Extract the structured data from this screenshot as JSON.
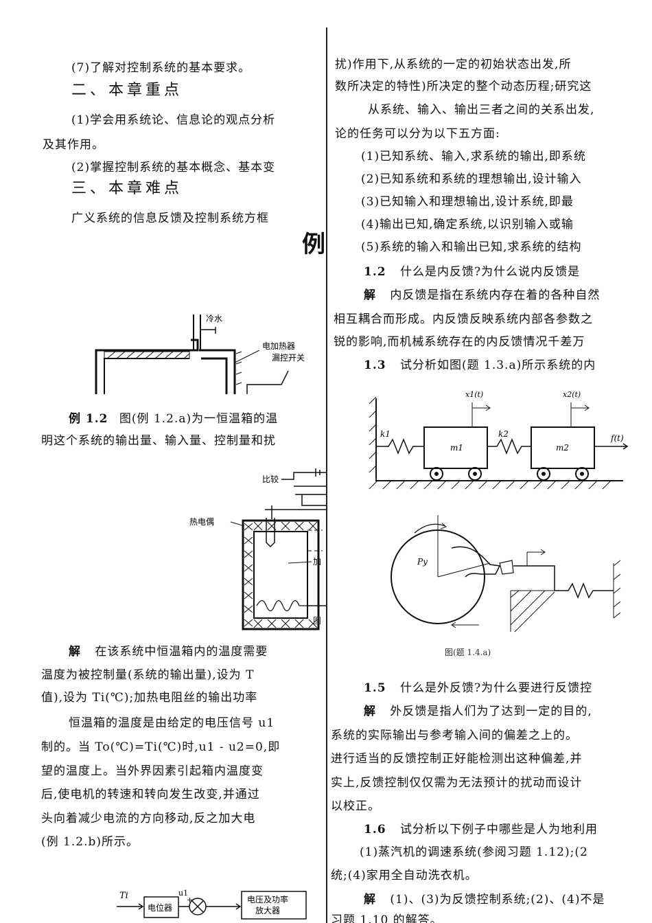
{
  "left": {
    "l1": "(7)了解对控制系统的基本要求。",
    "h2": "二、本章重点",
    "l2": "(1)学会用系统论、信息论的观点分析",
    "l3": "及其作用。",
    "l4": "(2)掌握控制系统的基本概念、基本变",
    "h3": "三、本章难点",
    "l5": "广义系统的信息反馈及控制系统方框",
    "example_heading": "例",
    "fig1_label_water": "冷水",
    "fig1_label_heater": "电加热器",
    "fig1_label_switch": "漏控开关",
    "ex12_num": "例 1.2",
    "ex12_text": "图(例 1.2.a)为一恒温箱的温",
    "ex12_text2": "明这个系统的输出量、输入量、控制量和扰",
    "fig2_label_compare": "比较",
    "fig2_label_thermo": "热电偶",
    "fig2_label_heat": "加",
    "fig2_caption_fragment": "图",
    "sol_label": "解",
    "sol_l1": "在该系统中恒温箱内的温度需要",
    "sol_l2": "温度为被控制量(系统的输出量),设为 T",
    "sol_l3": "值),设为 Ti(℃);加热电阻丝的输出功率",
    "sol_l4": "恒温箱的温度是由给定的电压信号 u1",
    "sol_l5": "制的。当 To(℃)=Ti(℃)时,u1 - u2=0,即",
    "sol_l6": "望的温度上。当外界因素引起箱内温度变",
    "sol_l7": "后,使电机的转速和转向发生改变,并通过",
    "sol_l8": "头向着减少电流的方向移动,反之加大电",
    "sol_l9": "(例 1.2.b)所示。",
    "block_ti": "Ti",
    "block_pot": "电位器",
    "block_u1": "u1",
    "block_amp_l1": "电压及功率",
    "block_amp_l2": "放大器"
  },
  "right": {
    "r1": "扰)作用下,从系统的一定的初始状态出发,所",
    "r2": "数所决定的特性)所决定的整个动态历程;研究这",
    "r3": "从系统、输入、输出三者之间的关系出发,",
    "r4": "论的任务可以分为以下五方面:",
    "r5": "(1)已知系统、输入,求系统的输出,即系统",
    "r6": "(2)已知系统和系统的理想输出,设计输入",
    "r7": "(3)已知输入和理想输出,设计系统,即最",
    "r8": "(4)输出已知,确定系统,以识别输入或输",
    "r9": "(5)系统的输入和输出已知,求系统的结构",
    "q12_num": "1.2",
    "q12_text": "什么是内反馈?为什么说内反馈是",
    "a12_label": "解",
    "a12_l1": "内反馈是指在系统内存在着的各种自然",
    "a12_l2": "相互耦合而形成。内反馈反映系统内部各参数之",
    "a12_l3": "锐的影响,而机械系统存在的内反馈情况千差万",
    "q13_num": "1.3",
    "q13_text": "试分析如图(题 1.3.a)所示系统的内",
    "fig3_x1": "x1(t)",
    "fig3_x2": "x2(t)",
    "fig3_k1": "k1",
    "fig3_k2": "k2",
    "fig3_m1": "m1",
    "fig3_m2": "m2",
    "fig3_f": "f(t)",
    "fig4_py": "Py",
    "fig4_caption": "图(题 1.4.a)",
    "q15_num": "1.5",
    "q15_text": "什么是外反馈?为什么要进行反馈控",
    "a15_label": "解",
    "a15_l1": "外反馈是指人们为了达到一定的目的,",
    "a15_l2": "系统的实际输出与参考输入间的偏差之上的。",
    "a15_l3": "进行适当的反馈控制正好能检测出这种偏差,并",
    "a15_l4": "实上,反馈控制仅仅需为无法预计的扰动而设计",
    "a15_l5": "以校正。",
    "q16_num": "1.6",
    "q16_text": "试分析以下例子中哪些是人为地利用",
    "a16_l1": "(1)蒸汽机的调速系统(参阅习题 1.12);(2",
    "a16_l2": "统;(4)家用全自动洗衣机。",
    "a16s_label": "解",
    "a16s_text": "(1)、(3)为反馈控制系统;(2)、(4)不是",
    "a16s_tail": "习题 1.10 的解答。"
  }
}
